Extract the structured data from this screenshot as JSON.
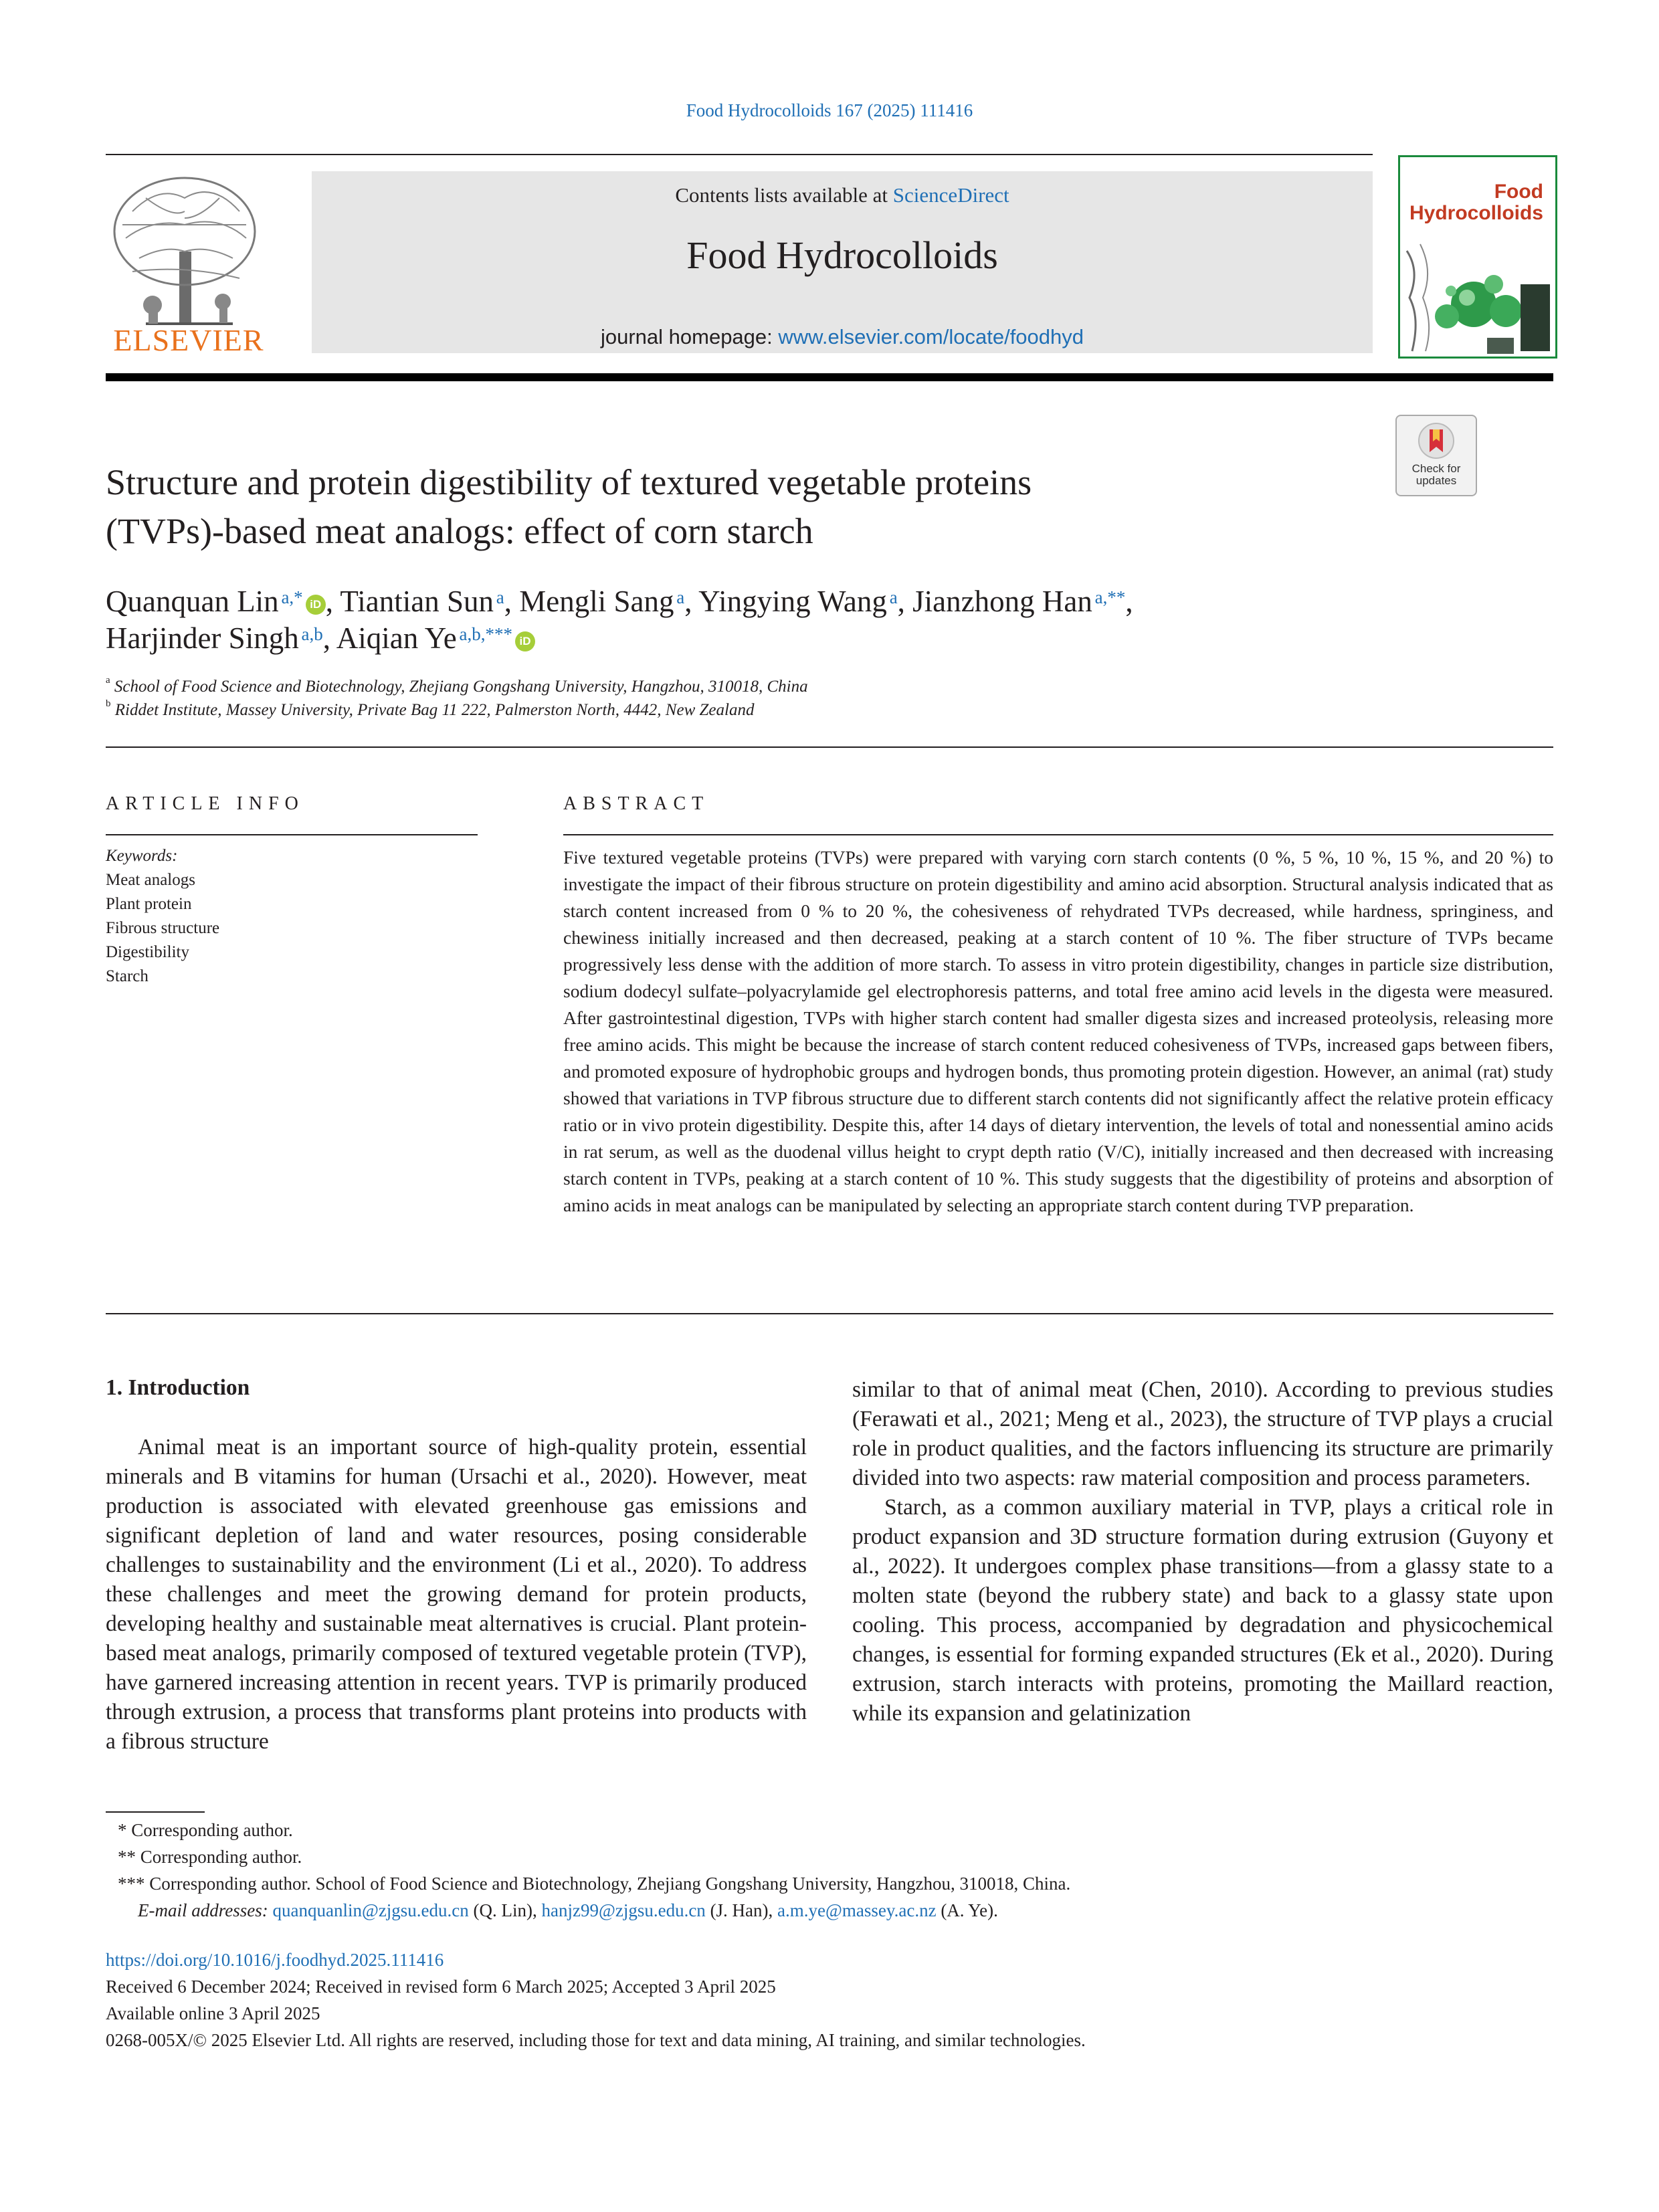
{
  "header": {
    "journal_ref": "Food Hydrocolloids 167 (2025) 111416",
    "contents_prefix": "Contents lists available at ",
    "contents_link": "ScienceDirect",
    "journal_title": "Food Hydrocolloids",
    "homepage_prefix": "journal homepage: ",
    "homepage_link": "www.elsevier.com/locate/foodhyd",
    "publisher_logo": "ELSEVIER",
    "cover_title_1": "Food",
    "cover_title_2": "Hydrocolloids",
    "check_updates_1": "Check for",
    "check_updates_2": "updates"
  },
  "article": {
    "title_line1": "Structure and protein digestibility of textured vegetable proteins",
    "title_line2": "(TVPs)-based meat analogs: effect of corn starch",
    "authors": [
      {
        "name": "Quanquan Lin",
        "sup": "a,*",
        "orcid": true
      },
      {
        "name": "Tiantian Sun",
        "sup": "a"
      },
      {
        "name": "Mengli Sang",
        "sup": "a"
      },
      {
        "name": "Yingying Wang",
        "sup": "a"
      },
      {
        "name": "Jianzhong Han",
        "sup": "a,**"
      },
      {
        "name": "Harjinder Singh",
        "sup": "a,b"
      },
      {
        "name": "Aiqian Ye",
        "sup": "a,b,***",
        "orcid": true
      }
    ],
    "affiliations": [
      {
        "mark": "a",
        "text": "School of Food Science and Biotechnology, Zhejiang Gongshang University, Hangzhou, 310018, China"
      },
      {
        "mark": "b",
        "text": "Riddet Institute, Massey University, Private Bag 11 222, Palmerston North, 4442, New Zealand"
      }
    ]
  },
  "article_info": {
    "heading": "ARTICLE INFO",
    "keywords_label": "Keywords:",
    "keywords": [
      "Meat analogs",
      "Plant protein",
      "Fibrous structure",
      "Digestibility",
      "Starch"
    ]
  },
  "abstract": {
    "heading": "ABSTRACT",
    "text": "Five textured vegetable proteins (TVPs) were prepared with varying corn starch contents (0 %, 5 %, 10 %, 15 %, and 20 %) to investigate the impact of their fibrous structure on protein digestibility and amino acid absorption. Structural analysis indicated that as starch content increased from 0 % to 20 %, the cohesiveness of rehydrated TVPs decreased, while hardness, springiness, and chewiness initially increased and then decreased, peaking at a starch content of 10 %. The fiber structure of TVPs became progressively less dense with the addition of more starch. To assess in vitro protein digestibility, changes in particle size distribution, sodium dodecyl sulfate–polyacrylamide gel electrophoresis patterns, and total free amino acid levels in the digesta were measured. After gastrointestinal digestion, TVPs with higher starch content had smaller digesta sizes and increased proteolysis, releasing more free amino acids. This might be because the increase of starch content reduced cohesiveness of TVPs, increased gaps between fibers, and promoted exposure of hydrophobic groups and hydrogen bonds, thus promoting protein digestion. However, an animal (rat) study showed that variations in TVP fibrous structure due to different starch contents did not significantly affect the relative protein efficacy ratio or in vivo protein digestibility. Despite this, after 14 days of dietary intervention, the levels of total and nonessential amino acids in rat serum, as well as the duodenal villus height to crypt depth ratio (V/C), initially increased and then decreased with increasing starch content in TVPs, peaking at a starch content of 10 %. This study suggests that the digestibility of proteins and absorption of amino acids in meat analogs can be manipulated by selecting an appropriate starch content during TVP preparation."
  },
  "body": {
    "section_heading": "1.  Introduction",
    "left_paragraph": "Animal meat is an important source of high-quality protein, essential minerals and B vitamins for human (Ursachi et al., 2020). However, meat production is associated with elevated greenhouse gas emissions and significant depletion of land and water resources, posing considerable challenges to sustainability and the environment (Li et al., 2020). To address these challenges and meet the growing demand for protein products, developing healthy and sustainable meat alternatives is crucial. Plant protein-based meat analogs, primarily composed of textured vegetable protein (TVP), have garnered increasing attention in recent years. TVP is primarily produced through extrusion, a process that transforms plant proteins into products with a fibrous structure",
    "right_paragraph_1": "similar to that of animal meat (Chen, 2010). According to previous studies (Ferawati et al., 2021; Meng et al., 2023), the structure of TVP plays a crucial role in product qualities, and the factors influencing its structure are primarily divided into two aspects: raw material composition and process parameters.",
    "right_paragraph_2": "Starch, as a common auxiliary material in TVP, plays a critical role in product expansion and 3D structure formation during extrusion (Guyony et al., 2022). It undergoes complex phase transitions—from a glassy state to a molten state (beyond the rubbery state) and back to a glassy state upon cooling. This process, accompanied by degradation and physicochemical changes, is essential for forming expanded structures (Ek et al., 2020). During extrusion, starch interacts with proteins, promoting the Maillard reaction, while its expansion and gelatinization"
  },
  "footnotes": {
    "corr1": "* Corresponding author.",
    "corr2": "** Corresponding author.",
    "corr3": "*** Corresponding author. School of Food Science and Biotechnology, Zhejiang Gongshang University, Hangzhou, 310018, China.",
    "email_label": "E-mail addresses:",
    "email1": "quanquanlin@zjgsu.edu.cn",
    "email1_who": " (Q. Lin), ",
    "email2": "hanjz99@zjgsu.edu.cn",
    "email2_who": " (J. Han), ",
    "email3": "a.m.ye@massey.ac.nz",
    "email3_who": " (A. Ye)."
  },
  "publication": {
    "doi": "https://doi.org/10.1016/j.foodhyd.2025.111416",
    "received": "Received 6 December 2024; Received in revised form 6 March 2025; Accepted 3 April 2025",
    "available": "Available online 3 April 2025",
    "copyright": "0268-005X/© 2025 Elsevier Ltd. All rights are reserved, including those for text and data mining, AI training, and similar technologies."
  },
  "colors": {
    "link": "#1f6fb5",
    "elsevier_orange": "#e9711c",
    "cover_green": "#1a8a3c",
    "cover_red": "#c23b22",
    "orcid_green": "#a6ce39"
  }
}
